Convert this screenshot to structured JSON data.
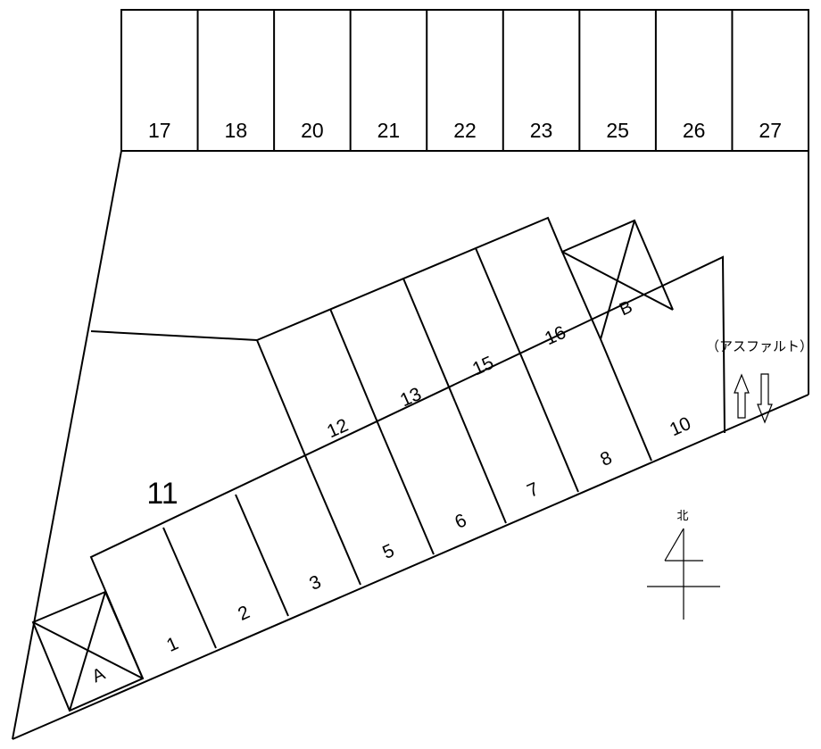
{
  "top_row": {
    "stall_labels": [
      "17",
      "18",
      "20",
      "21",
      "22",
      "23",
      "25",
      "26",
      "27"
    ]
  },
  "lower_row": {
    "stall_labels": [
      "1",
      "2",
      "3",
      "5",
      "6",
      "7",
      "8",
      "10"
    ]
  },
  "upper_row": {
    "stall_labels": [
      "12",
      "13",
      "15",
      "16"
    ]
  },
  "reserved_spaces": {
    "a_label": "A",
    "b_label": "B"
  },
  "area_label": "11",
  "surface_note": "（アスファルト）",
  "compass": {
    "north_label": "北"
  },
  "colors": {
    "line": "#000000",
    "background": "#ffffff"
  },
  "icons": {
    "entry_exit": "up-down-arrows-icon",
    "compass": "north-arrow-icon",
    "blocked": "x-mark-icon"
  }
}
